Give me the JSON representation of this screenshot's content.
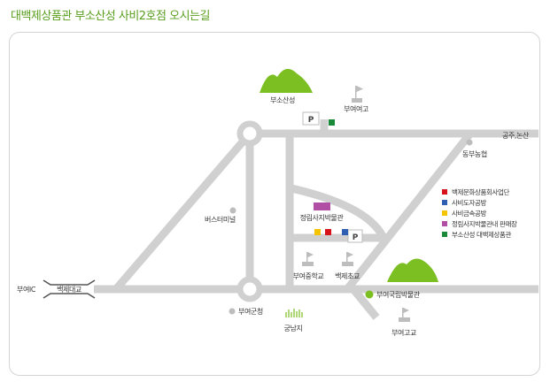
{
  "page": {
    "title": "대백제상품관 부소산성 사비2호점 오시는길"
  },
  "labels": {
    "busosanseong": "부소산성",
    "buyeo_high": "부여여고",
    "gongju_nonsan": "공주,논산",
    "dongbu_farm": "동부농협",
    "bus_terminal": "버스터미널",
    "jeongrimsa_museum": "정림사지박물관",
    "buyeo_middle": "부여중학교",
    "baekje_elem": "백제초교",
    "national_museum": "부여국립박물관",
    "buyeo_ic": "부여IC",
    "baekje_bridge": "백제대교",
    "county_office": "부여군청",
    "gungnamji": "궁남지",
    "buyeo_boys_high": "부여고교",
    "parking": "P"
  },
  "legend": [
    {
      "label": "백제문화상품회사업단",
      "color": "#d7131c"
    },
    {
      "label": "사비도자공방",
      "color": "#2f5fb0"
    },
    {
      "label": "사비금속공방",
      "color": "#f5c400"
    },
    {
      "label": "정림사지박물관내 판매장",
      "color": "#b04fa3"
    },
    {
      "label": "부소산성 대백제상품관",
      "color": "#1a8a3a"
    }
  ],
  "colors": {
    "road": "#d0d0d0",
    "mountain": "#7cbf22",
    "title": "#5a9e1e"
  }
}
